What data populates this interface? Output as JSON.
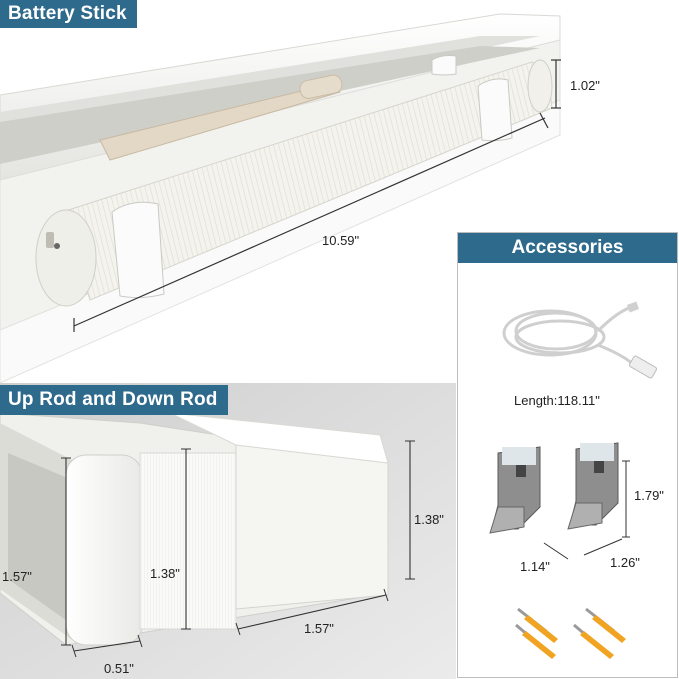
{
  "sections": {
    "battery_stick": "Battery Stick",
    "up_down_rod": "Up Rod and Down Rod",
    "accessories": "Accessories"
  },
  "dimensions": {
    "battery_height": "1.02\"",
    "battery_length": "10.59\"",
    "cable_length": "Length:118.11\"",
    "bracket_height": "1.79\"",
    "bracket_width_a": "1.14\"",
    "bracket_width_b": "1.26\"",
    "rod_height_right": "1.38\"",
    "rod_height_inner": "1.38\"",
    "rod_height_left": "1.57\"",
    "rod_depth": "1.57\"",
    "rod_lip": "0.51\""
  },
  "colors": {
    "label_bg": "#2e6a8c",
    "product_white": "#f3f3f0",
    "background_gray": "#d9d9d9"
  }
}
